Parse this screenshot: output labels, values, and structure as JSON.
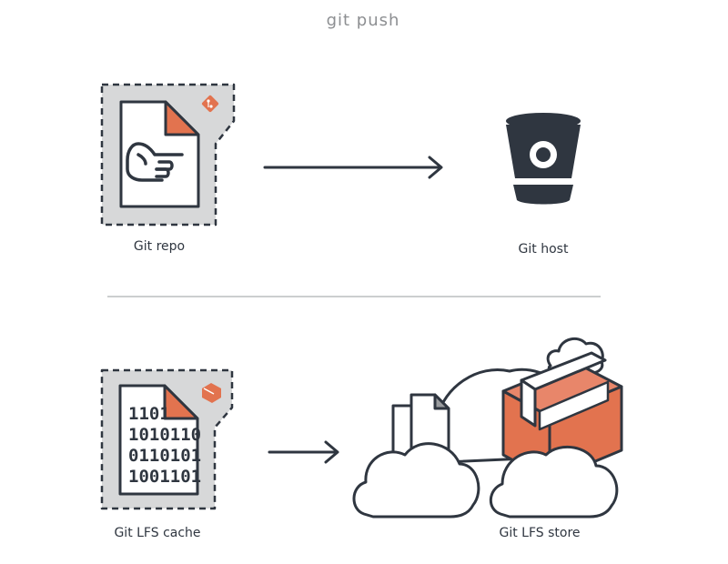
{
  "title": "git push",
  "labels": {
    "git_repo": "Git repo",
    "git_host": "Git host",
    "lfs_cache": "Git LFS cache",
    "lfs_store": "Git LFS store"
  },
  "binary_lines": [
    "1101",
    "1010110",
    "0110101",
    "1001101"
  ],
  "colors": {
    "ink": "#2f3640",
    "accent": "#e2734f",
    "panel": "#d7d8d9",
    "divider": "#9a9c9f",
    "title": "#8d8f92"
  },
  "icons": [
    "git-logo-icon",
    "pointing-hand-icon",
    "bucket-icon",
    "box-icon",
    "cloud-icon",
    "document-icon",
    "arrow-right-icon"
  ]
}
